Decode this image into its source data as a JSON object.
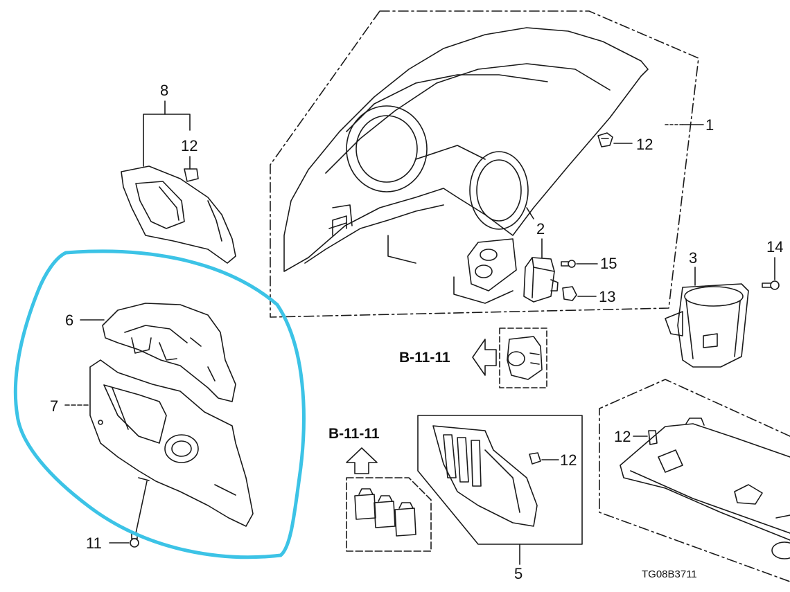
{
  "diagram": {
    "callouts": {
      "p1": "1",
      "p2": "2",
      "p3": "3",
      "p5": "5",
      "p6": "6",
      "p7": "7",
      "p8": "8",
      "p11": "11",
      "p12_a": "12",
      "p12_b": "12",
      "p12_c": "12",
      "p12_d": "12",
      "p13": "13",
      "p14": "14",
      "p15": "15"
    },
    "references": {
      "ref_a": "B-11-11",
      "ref_b": "B-11-11"
    },
    "drawing_code": "TG08B3711"
  },
  "colors": {
    "line": "#1a1a1a",
    "highlight": "#3cc3e6",
    "background": "#ffffff"
  }
}
